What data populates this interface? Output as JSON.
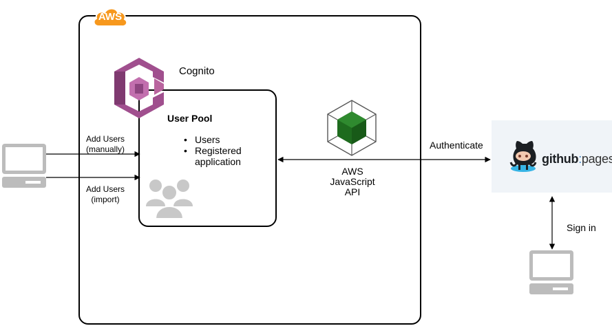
{
  "aws": {
    "badge": "AWS"
  },
  "cognito": {
    "label": "Cognito"
  },
  "user_pool": {
    "title": "User Pool",
    "items": [
      "Users",
      "Registered",
      "application"
    ]
  },
  "edges": {
    "add_users_manual": [
      "Add Users",
      "(manually)"
    ],
    "add_users_import": [
      "Add Users",
      "(import)"
    ],
    "api": [
      "AWS",
      "JavaScript",
      "API"
    ],
    "authenticate": "Authenticate",
    "sign_in": "Sign in"
  },
  "github": {
    "brand": "github",
    "colon": ":",
    "pages": "pages"
  },
  "colors": {
    "aws_orange": "#f7981d",
    "cognito_pink": "#a04f8e",
    "js_green": "#1e6b1e",
    "laptop_gray": "#bcbcbc",
    "people_gray": "#c8c8c8",
    "octocat_cyan": "#36b4e5"
  }
}
